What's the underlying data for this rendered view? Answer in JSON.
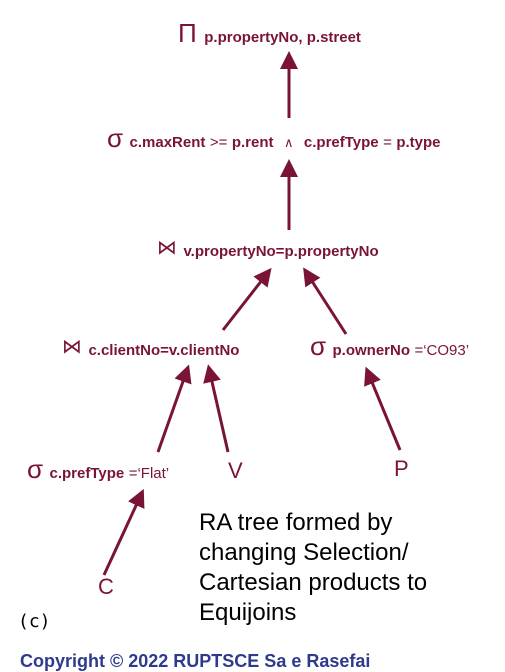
{
  "colors": {
    "tree": "#7a1436",
    "text": "#000000",
    "footer": "#2e3a8c"
  },
  "nodes": {
    "projection": {
      "symbol": "Π",
      "subscript": "p.propertyNo, p.street"
    },
    "selection_rent": {
      "symbol": "σ",
      "subscript_a": "c.maxRent",
      "op_a": ">=",
      "subscript_b": "p.rent",
      "and_symbol": "∧",
      "subscript_c": "c.prefType",
      "op_b": "=",
      "subscript_d": "p.type"
    },
    "join_property": {
      "symbol": "⋈",
      "subscript": "v.propertyNo=p.propertyNo"
    },
    "join_client": {
      "symbol": "⋈",
      "subscript": "c.clientNo=v.clientNo"
    },
    "selection_owner": {
      "symbol": "σ",
      "subscript": "p.ownerNo",
      "literal": "=‘CO93’"
    },
    "selection_preftype": {
      "symbol": "σ",
      "subscript": "c.prefType",
      "literal": "=‘Flat’"
    },
    "leaf_v": "V",
    "leaf_p": "P",
    "leaf_c": "C"
  },
  "caption_lines": [
    "RA tree formed by",
    "changing Selection/",
    "Cartesian products to",
    "Equijoins"
  ],
  "figure_label": "(c)",
  "footer_text": "Copyright © 2022 RUPTSCE Sa e Rasefai"
}
